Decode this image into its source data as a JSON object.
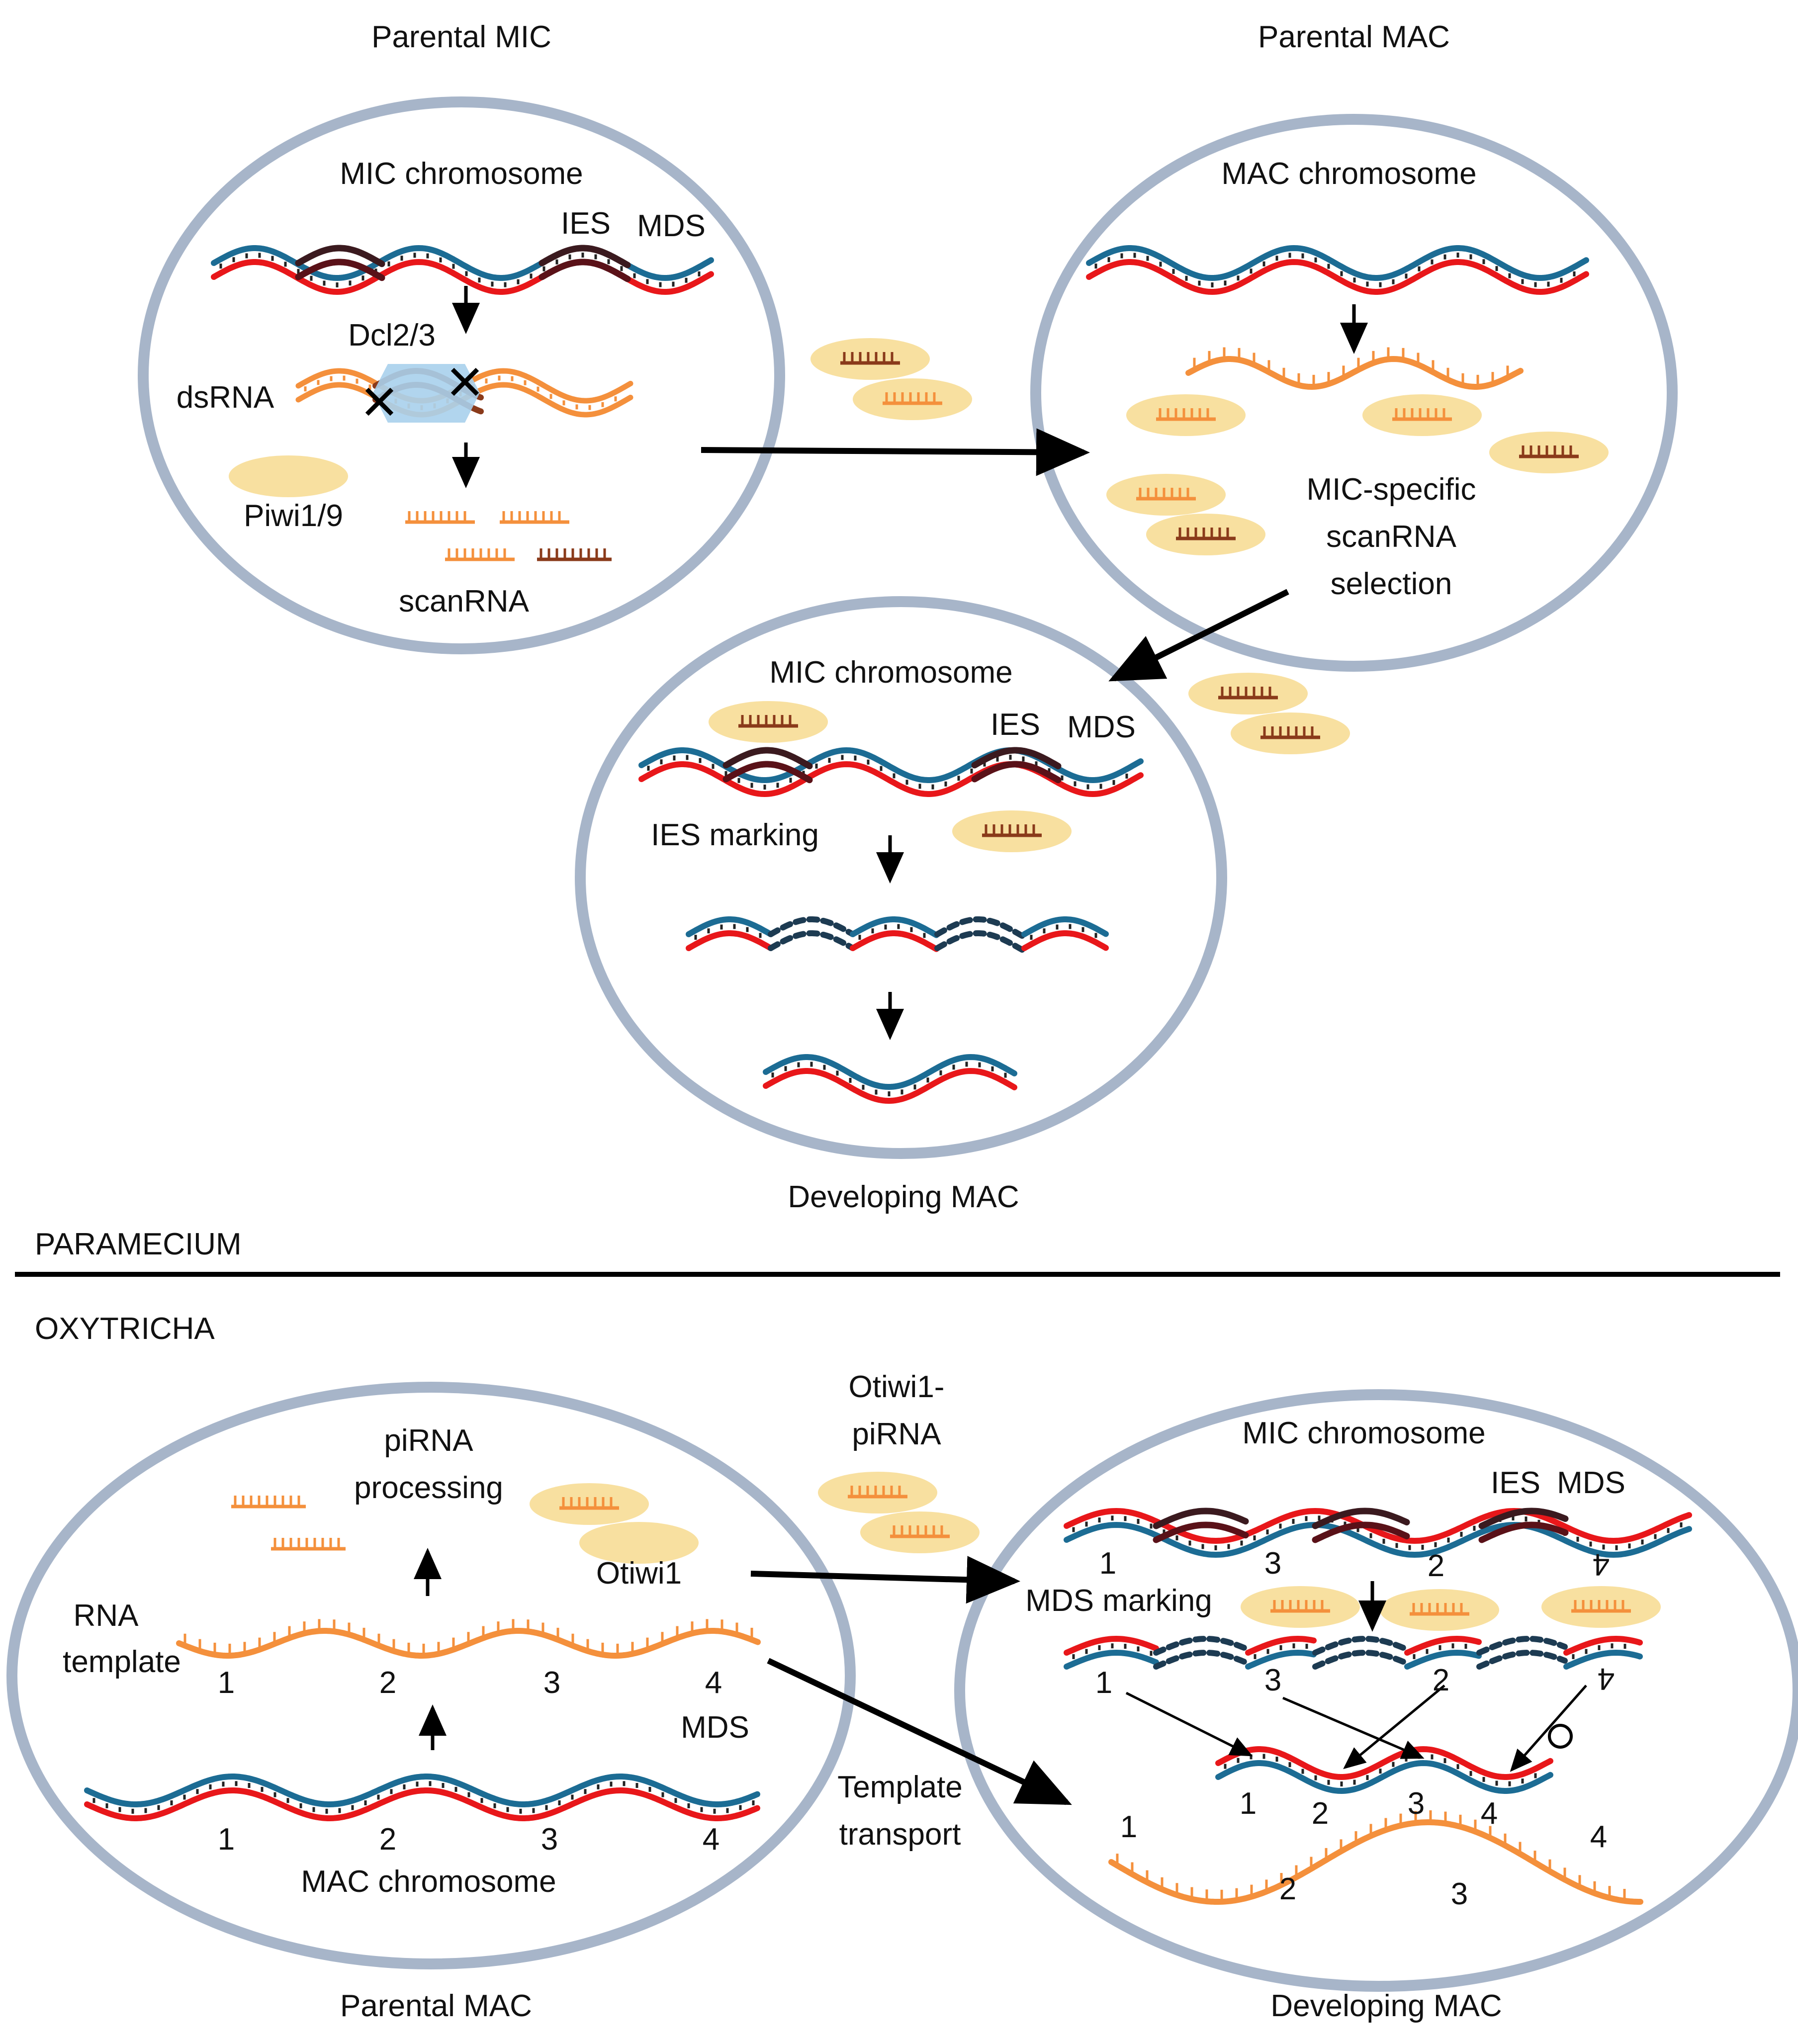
{
  "colors": {
    "nucleus_outline": "#a7b5c9",
    "dna_top": "#1c6c94",
    "dna_bottom": "#e8171a",
    "ies_segment": "#3b1a1f",
    "rna": "#f4903c",
    "scanrna_dark": "#8a3a1a",
    "protein": "#f8e0a0",
    "dicer": "#a9d0ec",
    "arrow": "#000000"
  },
  "paramecium": {
    "section_label": "PARAMECIUM",
    "parental_mic": {
      "title": "Parental MIC",
      "chromosome_label": "MIC chromosome",
      "ies_label": "IES",
      "mds_label": "MDS",
      "dicer_label": "Dcl2/3",
      "dsrna_label": "dsRNA",
      "piwi_label": "Piwi1/9",
      "scanrna_label": "scanRNA"
    },
    "parental_mac": {
      "title": "Parental MAC",
      "chromosome_label": "MAC chromosome",
      "selection_label_1": "MIC-specific",
      "selection_label_2": "scanRNA",
      "selection_label_3": "selection"
    },
    "developing_mac": {
      "title": "Developing MAC",
      "chromosome_label": "MIC chromosome",
      "ies_label": "IES",
      "mds_label": "MDS",
      "marking_label": "IES marking"
    }
  },
  "oxytricha": {
    "section_label": "OXYTRICHA",
    "parental_mac": {
      "title": "Parental MAC",
      "pirna_label_1": "piRNA",
      "pirna_label_2": "processing",
      "otiwi_label": "Otiwi1",
      "template_label_1": "RNA",
      "template_label_2": "template",
      "mds_label": "MDS",
      "chromosome_label": "MAC chromosome",
      "rna_numbers": [
        "1",
        "2",
        "3",
        "4"
      ],
      "dna_numbers": [
        "1",
        "2",
        "3",
        "4"
      ]
    },
    "transport": {
      "complex_label_1": "Otiwi1-",
      "complex_label_2": "piRNA",
      "template_label_1": "Template",
      "template_label_2": "transport"
    },
    "developing_mac": {
      "title": "Developing MAC",
      "chromosome_label": "MIC chromosome",
      "ies_label": "IES",
      "mds_label": "MDS",
      "marking_label": "MDS marking",
      "mic_order": [
        "1",
        "3",
        "2",
        "4"
      ],
      "excised_order": [
        "1",
        "3",
        "2",
        "4"
      ],
      "final_order": [
        "1",
        "2",
        "3",
        "4"
      ],
      "template_numbers": [
        "1",
        "2",
        "3",
        "4"
      ]
    }
  }
}
